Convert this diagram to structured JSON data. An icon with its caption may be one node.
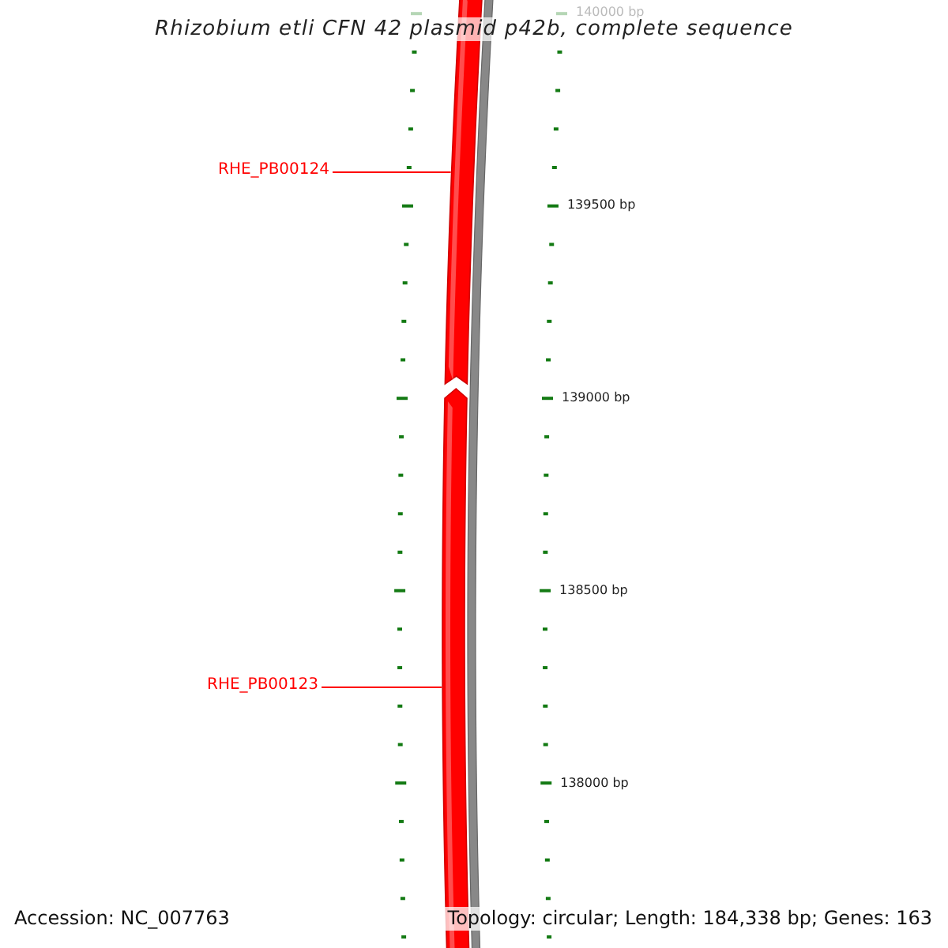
{
  "diagram": {
    "title": "Rhizobium etli CFN 42 plasmid p42b, complete sequence",
    "nodes": [
      {
        "text": [
          "RHE_PB00124"
        ]
      },
      {
        "text": [],
        "shape": "bar"
      },
      {
        "text": [
          "RHE_PB00123"
        ]
      },
      {
        "text": [],
        "shape": "bar"
      },
      {
        "text": [],
        "shape": "bar"
      }
    ],
    "edges": [
      {
        "from": 0,
        "to": 1,
        "arrow": "none"
      },
      {
        "from": 2,
        "to": 3,
        "arrow": "none"
      }
    ],
    "labels": [
      "140000 bp",
      "139500 bp",
      "139000 bp",
      "138500 bp",
      "138000 bp",
      "Accession: NC_007763",
      "Topology: circular; Length: 184,338 bp; Genes: 163"
    ]
  }
}
